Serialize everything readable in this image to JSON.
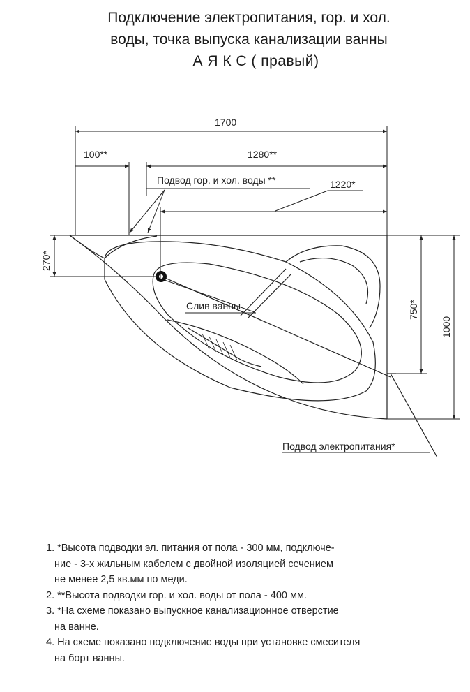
{
  "title": {
    "line1": "Подключение электропитания, гор. и хол.",
    "line2": "воды, точка выпуска канализации ванны",
    "line3": "А Я К С   ( правый)"
  },
  "dimensions": {
    "overall_width": "1700",
    "offset_100": "100**",
    "width_1280": "1280**",
    "width_1220": "1220*",
    "height_270": "270*",
    "height_750": "750*",
    "height_1000": "1000"
  },
  "labels": {
    "water_supply": "Подвод гор. и хол. воды **",
    "drain": "Слив ванны",
    "power_supply": "Подвод электропитания*"
  },
  "notes": [
    "1. *Высота подводки эл. питания от пола - 300 мм, подключе-",
    "ние - 3-х жильным кабелем с двойной изоляцией сечением",
    "не менее 2,5 кв.мм по меди.",
    "2. **Высота подводки гор. и хол. воды от пола - 400 мм.",
    "3. *На схеме показано выпускное канализационное отверстие",
    "на ванне.",
    "4. На схеме показано подключение воды при установке смесителя",
    "на борт ванны."
  ]
}
